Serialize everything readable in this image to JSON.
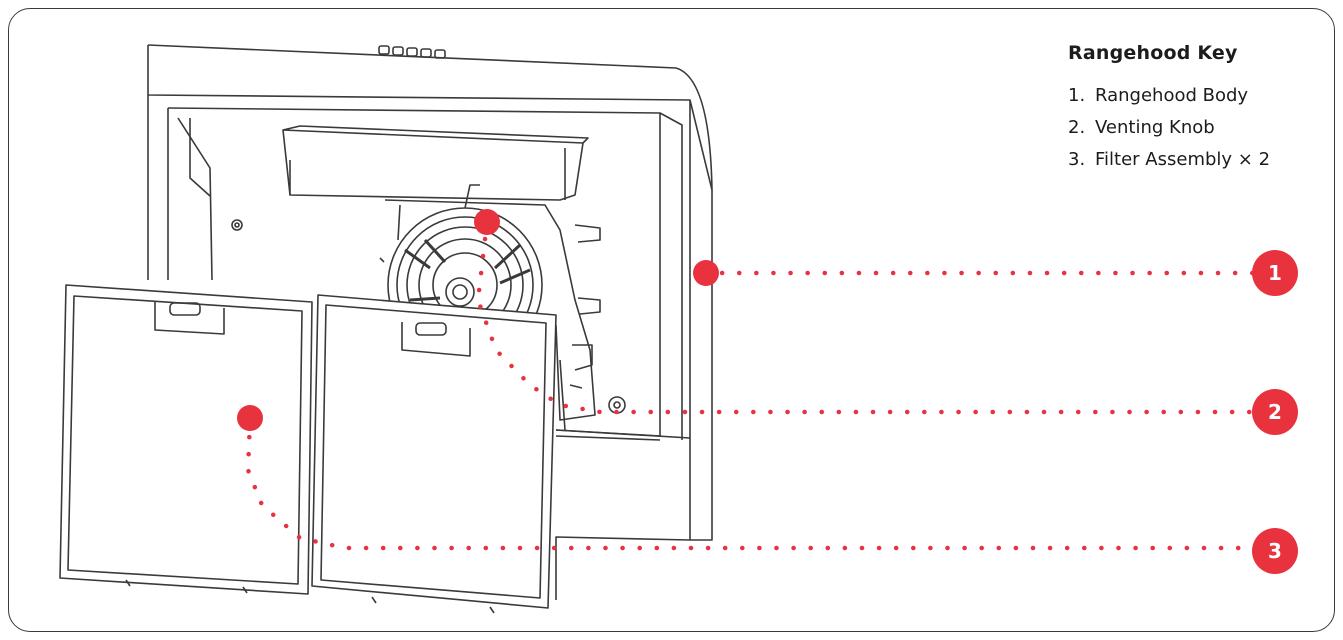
{
  "key": {
    "title": "Rangehood Key",
    "items": [
      {
        "number": "1.",
        "label": "Rangehood Body"
      },
      {
        "number": "2.",
        "label": "Venting Knob"
      },
      {
        "number": "3.",
        "label": "Filter Assembly × 2"
      }
    ]
  },
  "callouts": [
    {
      "number": "1"
    },
    {
      "number": "2"
    },
    {
      "number": "3"
    }
  ],
  "colors": {
    "accent": "#e8333f",
    "line": "#3a3a3a",
    "background": "#ffffff"
  }
}
